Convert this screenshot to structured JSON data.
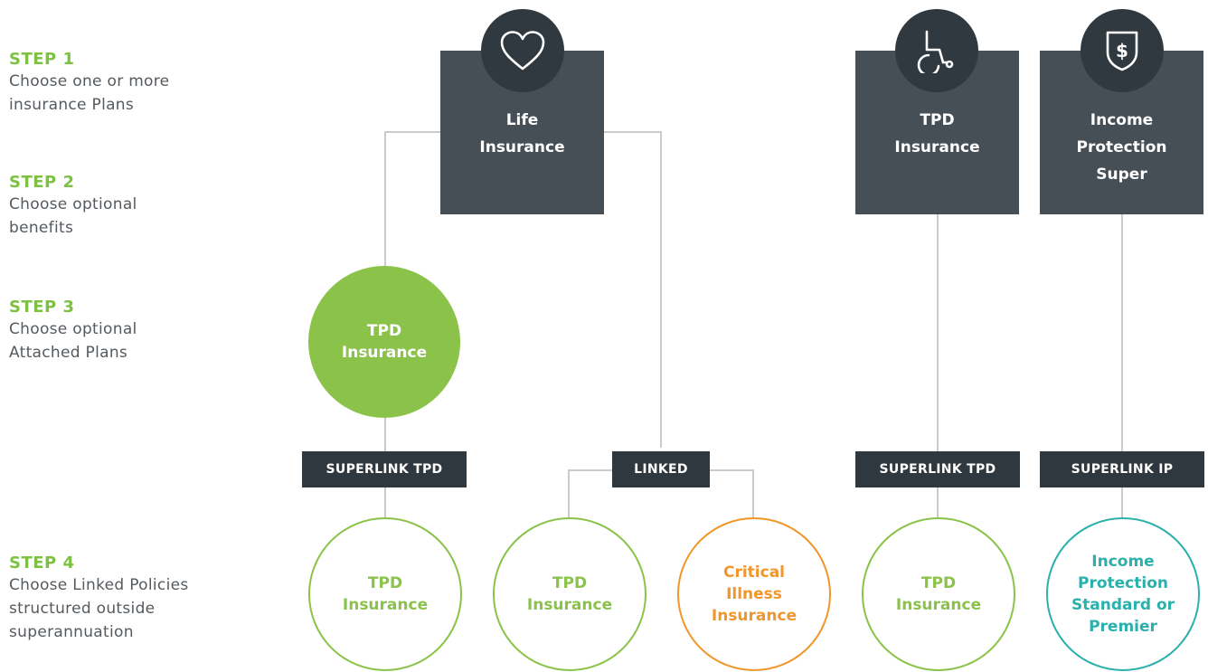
{
  "colors": {
    "step_green": "#7cc142",
    "box_dark": "#474f56",
    "badge_dark": "#2f383e",
    "connector_gray": "#c9cbcd",
    "circle_green": "#8bc34a",
    "circle_orange": "#f0962a",
    "circle_teal": "#2bb0ac"
  },
  "steps": [
    {
      "title": "STEP 1",
      "desc": [
        "Choose one or more",
        "insurance Plans"
      ]
    },
    {
      "title": "STEP 2",
      "desc": [
        "Choose optional",
        "benefits"
      ]
    },
    {
      "title": "STEP 3",
      "desc": [
        "Choose optional",
        "Attached Plans"
      ]
    },
    {
      "title": "STEP 4",
      "desc": [
        "Choose Linked Policies",
        "structured outside",
        "superannuation"
      ]
    }
  ],
  "plans": {
    "life": {
      "lines": [
        "Life",
        "Insurance"
      ],
      "icon": "heart-icon"
    },
    "tpd": {
      "lines": [
        "TPD",
        "Insurance"
      ],
      "icon": "wheelchair-icon"
    },
    "income": {
      "lines": [
        "Income",
        "Protection",
        "Super"
      ],
      "icon": "dollar-shield-icon"
    }
  },
  "attached": {
    "lines": [
      "TPD",
      "Insurance"
    ]
  },
  "badges": {
    "superlink_tpd_1": "SUPERLINK TPD",
    "linked": "LINKED",
    "superlink_tpd_2": "SUPERLINK TPD",
    "superlink_ip": "SUPERLINK IP"
  },
  "linked_policies": {
    "tpd_1": [
      "TPD",
      "Insurance"
    ],
    "tpd_2": [
      "TPD",
      "Insurance"
    ],
    "critical": [
      "Critical",
      "Illness",
      "Insurance"
    ],
    "tpd_3": [
      "TPD",
      "Insurance"
    ],
    "income": [
      "Income",
      "Protection",
      "Standard or",
      "Premier"
    ]
  }
}
